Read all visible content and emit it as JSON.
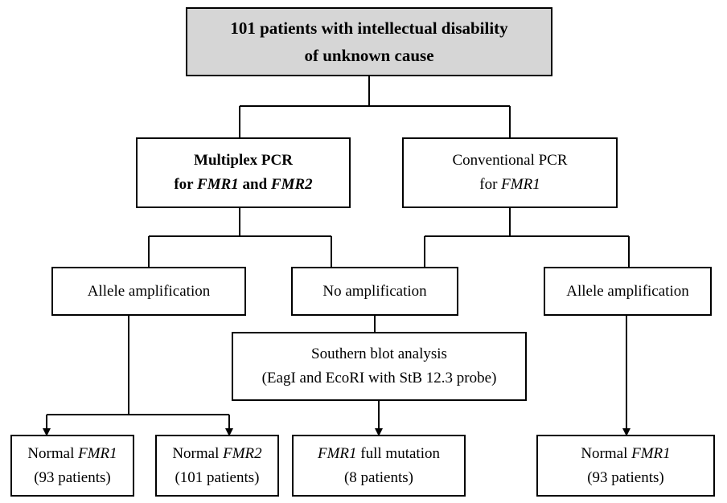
{
  "root": {
    "line1": "101 patients with intellectual disability",
    "line2": "of unknown cause"
  },
  "multiplex": {
    "line1": "Multiplex PCR",
    "line2_pre": "for ",
    "gene1": "FMR1",
    "line2_mid": " and ",
    "gene2": "FMR2"
  },
  "conventional": {
    "line1": "Conventional PCR",
    "line2_pre": "for ",
    "gene": "FMR1"
  },
  "allele_left": {
    "label": "Allele amplification"
  },
  "no_amp": {
    "label": "No amplification"
  },
  "allele_right": {
    "label": "Allele amplification"
  },
  "southern": {
    "line1": "Southern blot analysis",
    "line2": "(EagI and EcoRI with StB 12.3 probe)"
  },
  "out_normal_fmr1_left": {
    "pre": "Normal ",
    "gene": "FMR1",
    "count": "(93 patients)"
  },
  "out_normal_fmr2": {
    "pre": "Normal ",
    "gene": "FMR2",
    "count": "(101 patients)"
  },
  "out_full_mutation": {
    "gene": "FMR1",
    "post": " full mutation",
    "count": "(8 patients)"
  },
  "out_normal_fmr1_right": {
    "pre": "Normal ",
    "gene": "FMR1",
    "count": "(93 patients)"
  }
}
